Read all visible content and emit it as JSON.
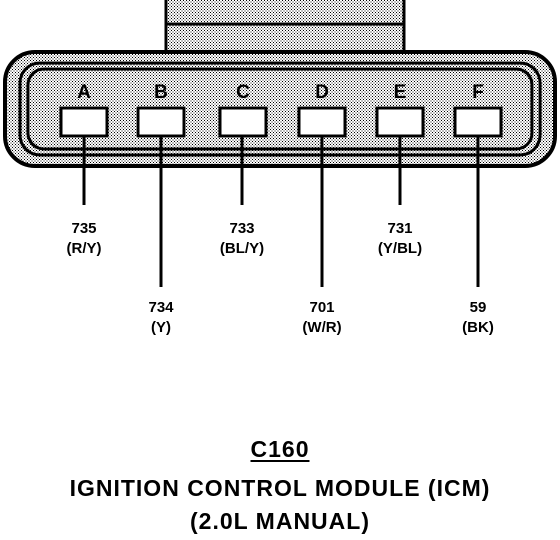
{
  "connector": {
    "id": "C160",
    "name": "IGNITION CONTROL MODULE (ICM)",
    "variant": "(2.0L MANUAL)"
  },
  "pins": [
    {
      "letter": "A",
      "circuit": "735",
      "color": "(R/Y)"
    },
    {
      "letter": "B",
      "circuit": "734",
      "color": "(Y)"
    },
    {
      "letter": "C",
      "circuit": "733",
      "color": "(BL/Y)"
    },
    {
      "letter": "D",
      "circuit": "701",
      "color": "(W/R)"
    },
    {
      "letter": "E",
      "circuit": "731",
      "color": "(Y/BL)"
    },
    {
      "letter": "F",
      "circuit": "59",
      "color": "(BK)"
    }
  ]
}
